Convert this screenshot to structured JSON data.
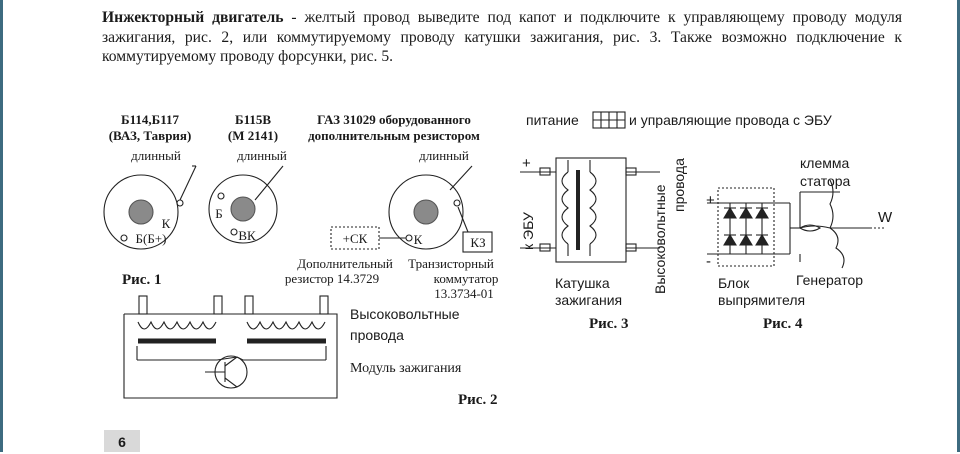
{
  "intro": {
    "bold": "Инжекторный двигатель",
    "text": " - желтый провод выведите под капот и подключите к управляющему проводу модуля зажигания, рис. 2, или коммутируемому проводу катушки зажигания, рис. 3. Также возможно подключение к коммутируемому проводу форсунки, рис. 5."
  },
  "fig1": {
    "caption": "Рис. 1",
    "d1": {
      "title1": "Б114,Б117",
      "title2": "(ВАЗ, Таврия)",
      "long": "длинный",
      "k": "К",
      "bb": "Б(Б+)"
    },
    "d2": {
      "title1": "Б115В",
      "title2": "(М 2141)",
      "long": "длинный",
      "b": "Б",
      "vk": "ВК"
    },
    "d3": {
      "title1": "ГАЗ 31029 оборудованного",
      "title2": "дополнительным резистором",
      "long": "длинный",
      "k": "К",
      "resistor_label": "+СК",
      "switch_label": "КЗ",
      "resistor1": "Дополнительный",
      "resistor2": "резистор 14.3729",
      "switch1": "Транзисторный",
      "switch2": "коммутатор",
      "switch3": "13.3734-01"
    }
  },
  "fig2": {
    "caption": "Рис. 2",
    "hv1": "Высоковольтные",
    "hv2": "провода",
    "module": "Модуль зажигания"
  },
  "fig3": {
    "caption": "Рис. 3",
    "header": "питание",
    "header2": "и управляющие провода с ЭБУ",
    "plus": "+",
    "ecu": "к ЭБУ",
    "coil1": "Катушка",
    "coil2": "зажигания",
    "hv1": "Высоковольтные",
    "hv2": "провода"
  },
  "fig4": {
    "caption": "Рис. 4",
    "plus": "+",
    "minus": "-",
    "terminal1": "клемма",
    "terminal2": "статора",
    "w": "W",
    "gen": "Генератор",
    "block1": "Блок",
    "block2": "выпрямителя"
  },
  "page_number": "6"
}
